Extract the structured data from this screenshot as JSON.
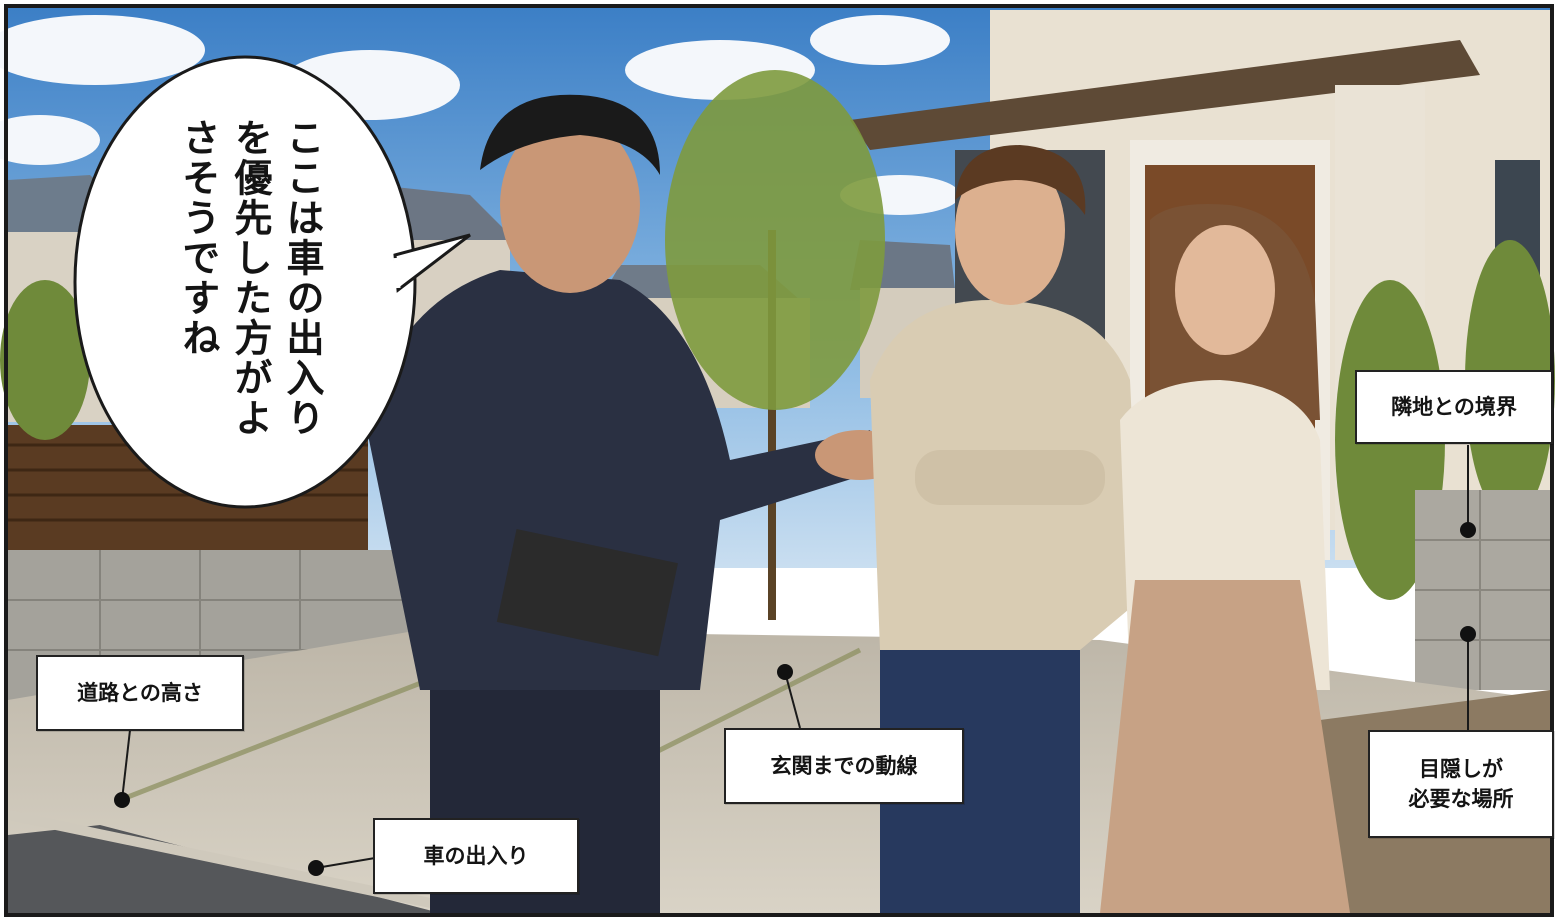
{
  "speech": {
    "text": "ここは車の出入りを優先した方がよさそうですね"
  },
  "labels": {
    "road_height": "道路との高さ",
    "car_access": "車の出入り",
    "entrance_path": "玄関までの動線",
    "boundary": "隣地との境界",
    "privacy_screen_line1": "目隠しが",
    "privacy_screen_line2": "必要な場所"
  }
}
